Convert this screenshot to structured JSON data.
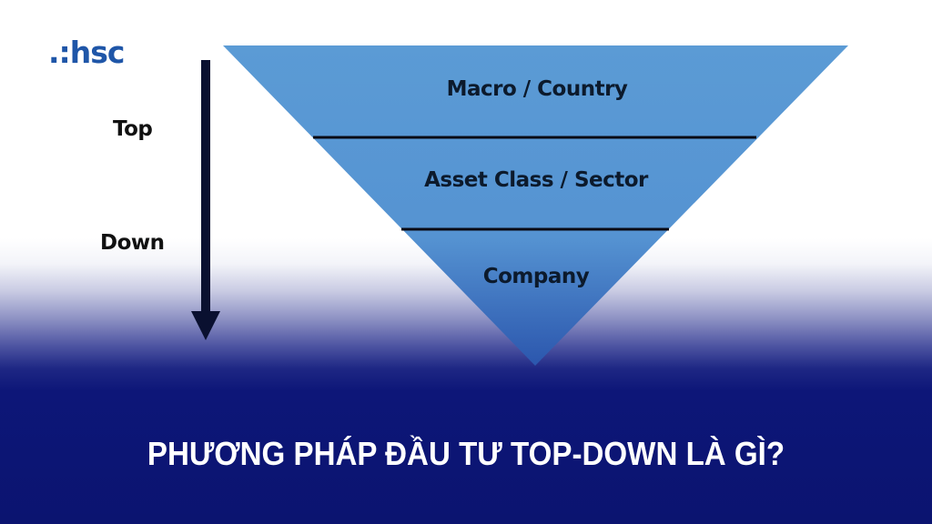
{
  "brand": {
    "logo_text": ".:hsc",
    "color": "#1f56a8"
  },
  "diagram": {
    "type": "inverted-pyramid",
    "fill_top": "#5b9bd5",
    "fill_bottom": "#2b56ad",
    "divider_color": "#0a0a14",
    "layers": [
      {
        "label": "Macro / Country"
      },
      {
        "label": "Asset Class / Sector"
      },
      {
        "label": "Company"
      }
    ],
    "direction_arrow": {
      "top_label": "Top",
      "bottom_label": "Down",
      "color": "#0a1030"
    }
  },
  "footer": {
    "title": "PHƯƠNG PHÁP ĐẦU TƯ TOP-DOWN LÀ GÌ?",
    "background": "#0b1470"
  }
}
